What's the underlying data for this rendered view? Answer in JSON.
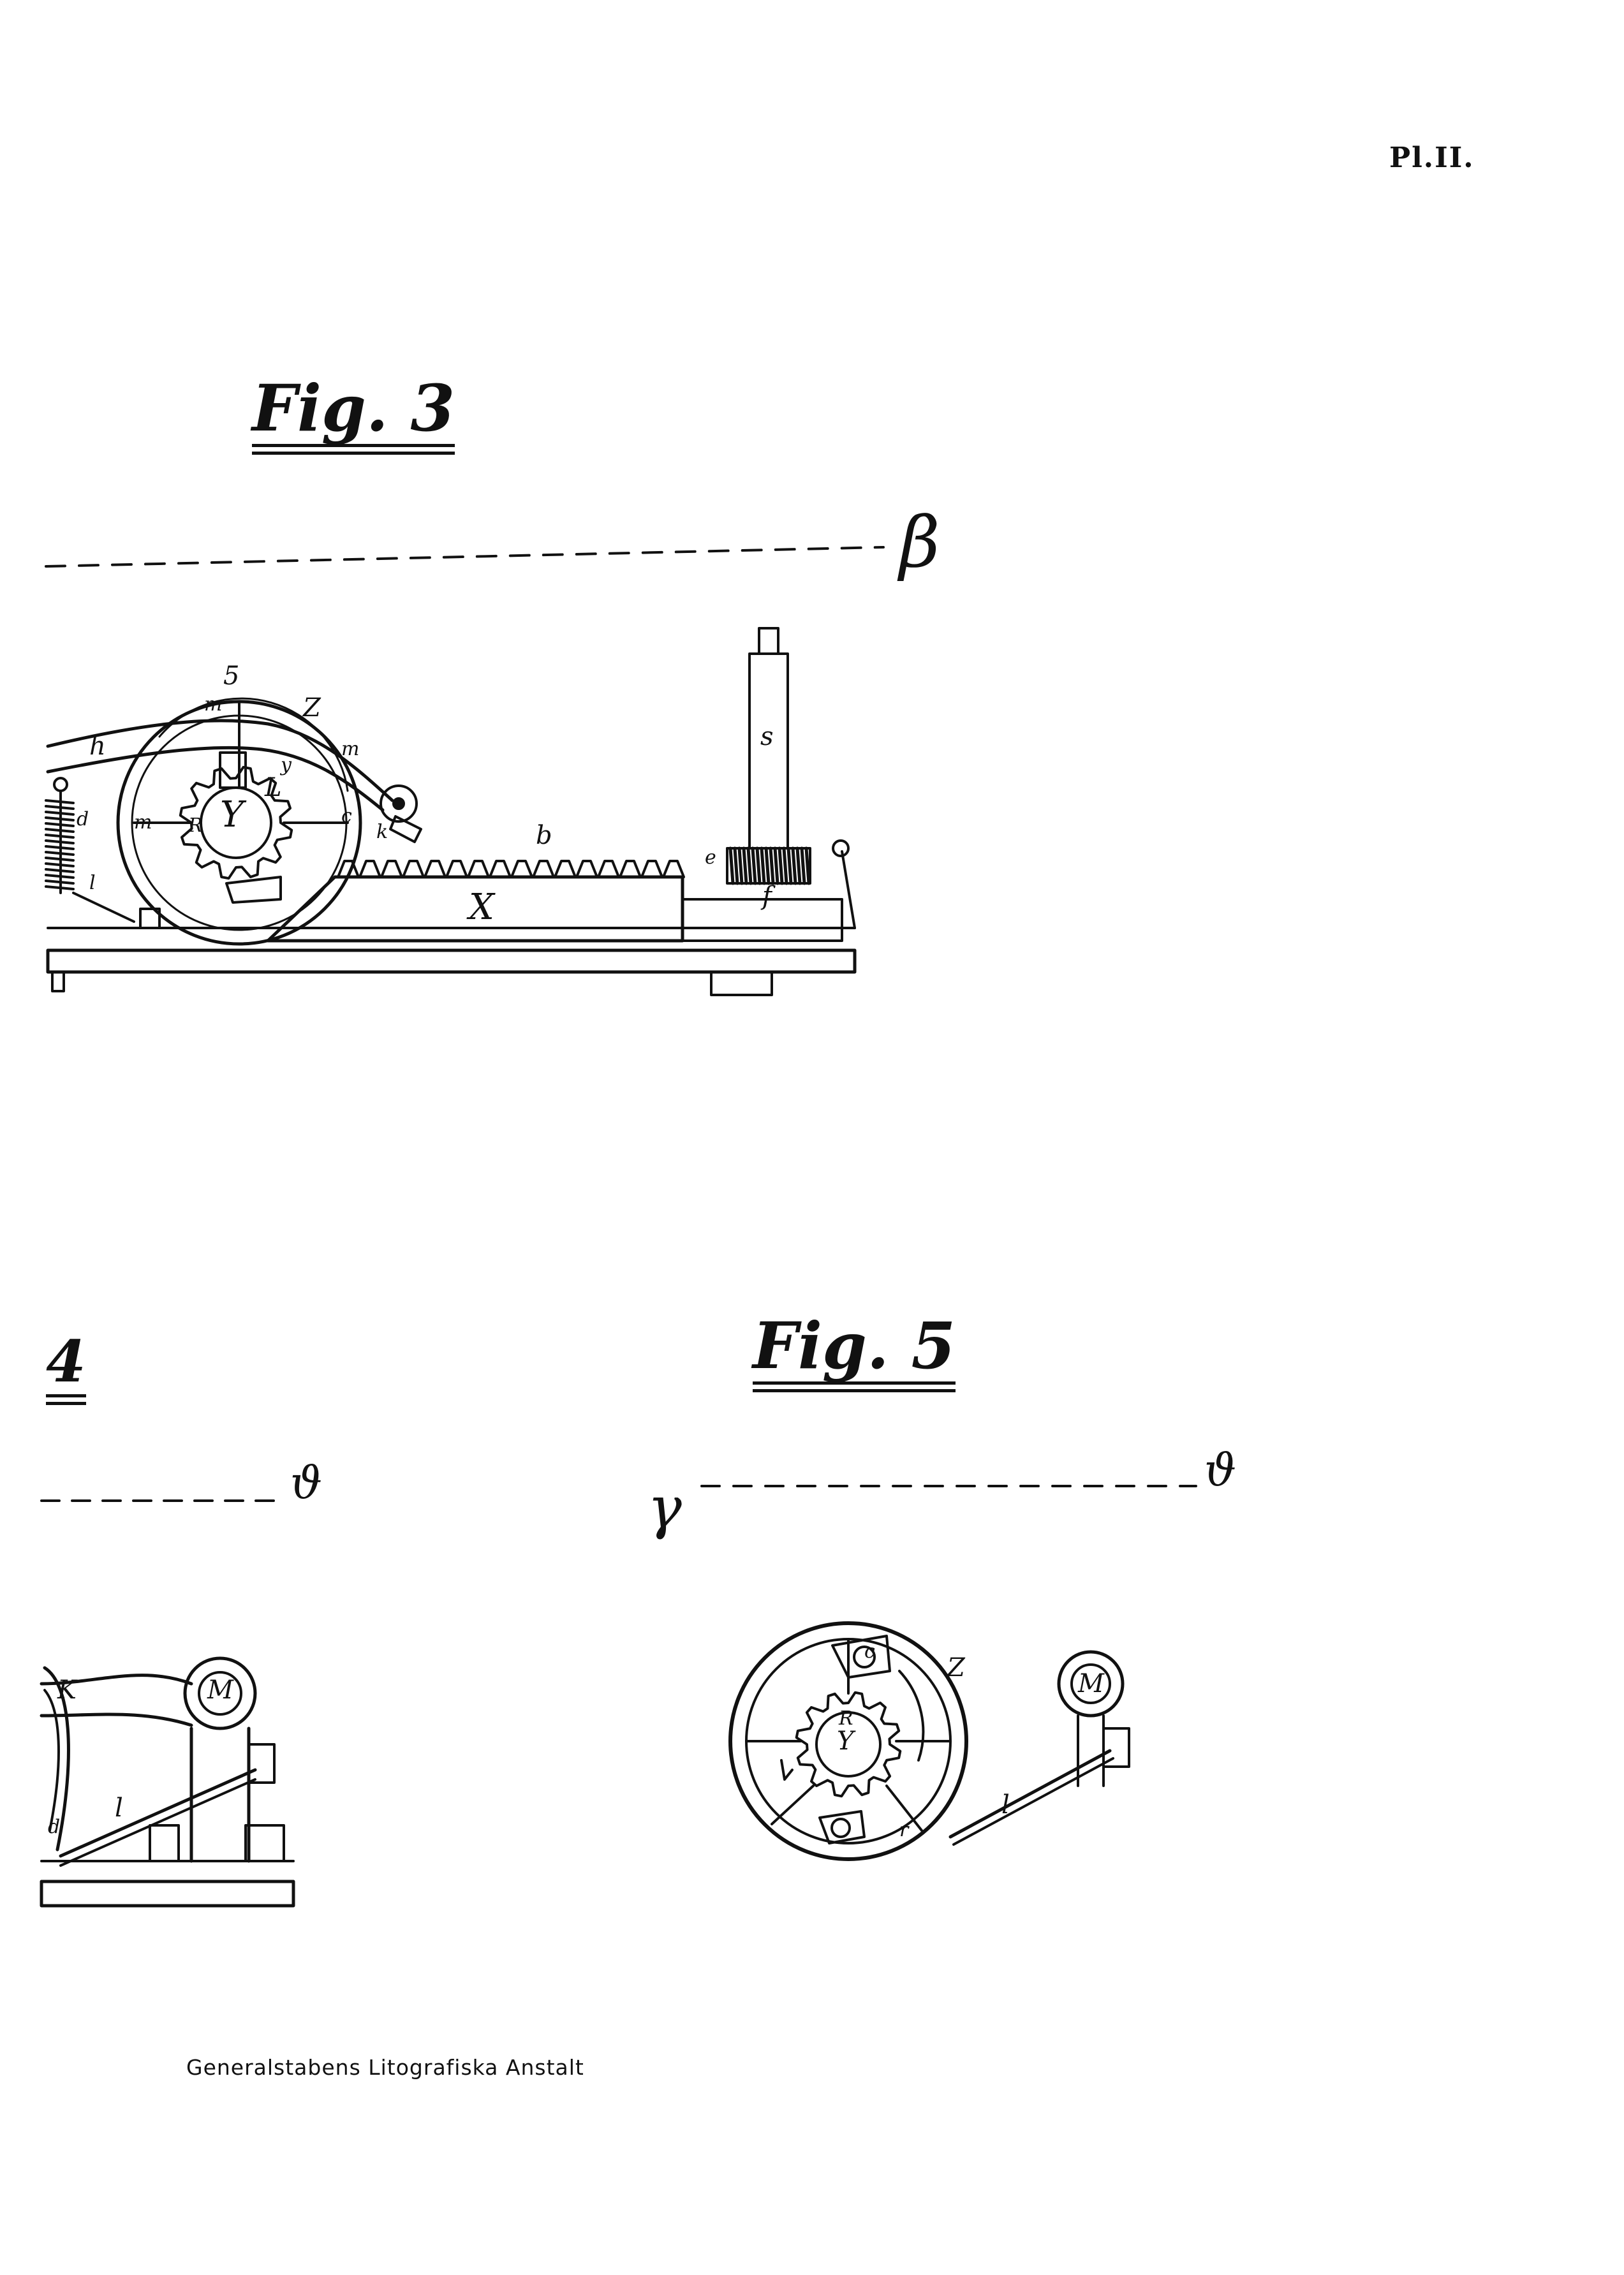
{
  "plate": {
    "number": "Pl.II."
  },
  "credit": "Generalstabens Litografiska Anstalt",
  "figures": [
    {
      "id": "fig3",
      "title": "Fig. 3",
      "reference_line": "β",
      "labels": {
        "s": "s",
        "five": "5",
        "m_top": "m",
        "Z": "Z",
        "h": "h",
        "L": "L",
        "y": "y",
        "Y": "Y",
        "R": "R",
        "d": "d",
        "c": "c",
        "k": "k",
        "l": "l",
        "b": "b",
        "X": "X",
        "f": "f",
        "e": "e",
        "m_left": "m",
        "m_right": "m"
      }
    },
    {
      "id": "fig4",
      "title": "4",
      "reference_line": "ϑ",
      "labels": {
        "K": "K",
        "M": "M",
        "l": "l",
        "d": "d"
      }
    },
    {
      "id": "fig5",
      "title": "Fig. 5",
      "reference_line_left": "γ",
      "reference_line_right": "ϑ",
      "labels": {
        "Z": "Z",
        "R": "R",
        "Y": "Y",
        "M": "M",
        "l": "l",
        "r": "r",
        "c": "c"
      }
    }
  ]
}
